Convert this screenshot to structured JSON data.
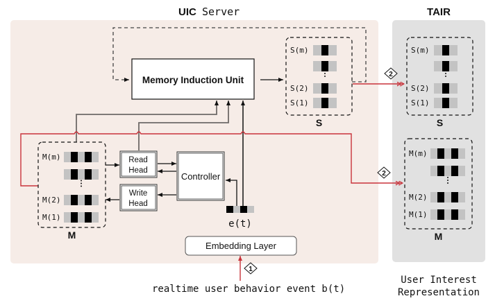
{
  "titles": {
    "uic_bold": "UIC",
    "uic_rest": "Server",
    "tair": "TAIR",
    "user_interest_line1": "User Interest",
    "user_interest_line2": "Representation"
  },
  "blocks": {
    "miu": "Memory Induction Unit",
    "controller": "Controller",
    "read_head_1": "Read",
    "read_head_2": "Head",
    "write_head_1": "Write",
    "write_head_2": "Head",
    "embedding": "Embedding Layer",
    "et": "e(t)",
    "event": "realtime user behavior event b(t)"
  },
  "memory": {
    "label": "M",
    "rows": [
      "M(m)",
      "",
      "M(2)",
      "M(1)"
    ]
  },
  "state": {
    "label": "S",
    "rows": [
      "S(m)",
      "",
      "S(2)",
      "S(1)"
    ]
  },
  "badges": {
    "step1": "1",
    "step2a": "2",
    "step2b": "2"
  },
  "colors": {
    "uic_bg": "#f6ece7",
    "tair_bg": "#e1e1e1",
    "red": "#c8323a",
    "gray_line": "#6e6a68"
  }
}
